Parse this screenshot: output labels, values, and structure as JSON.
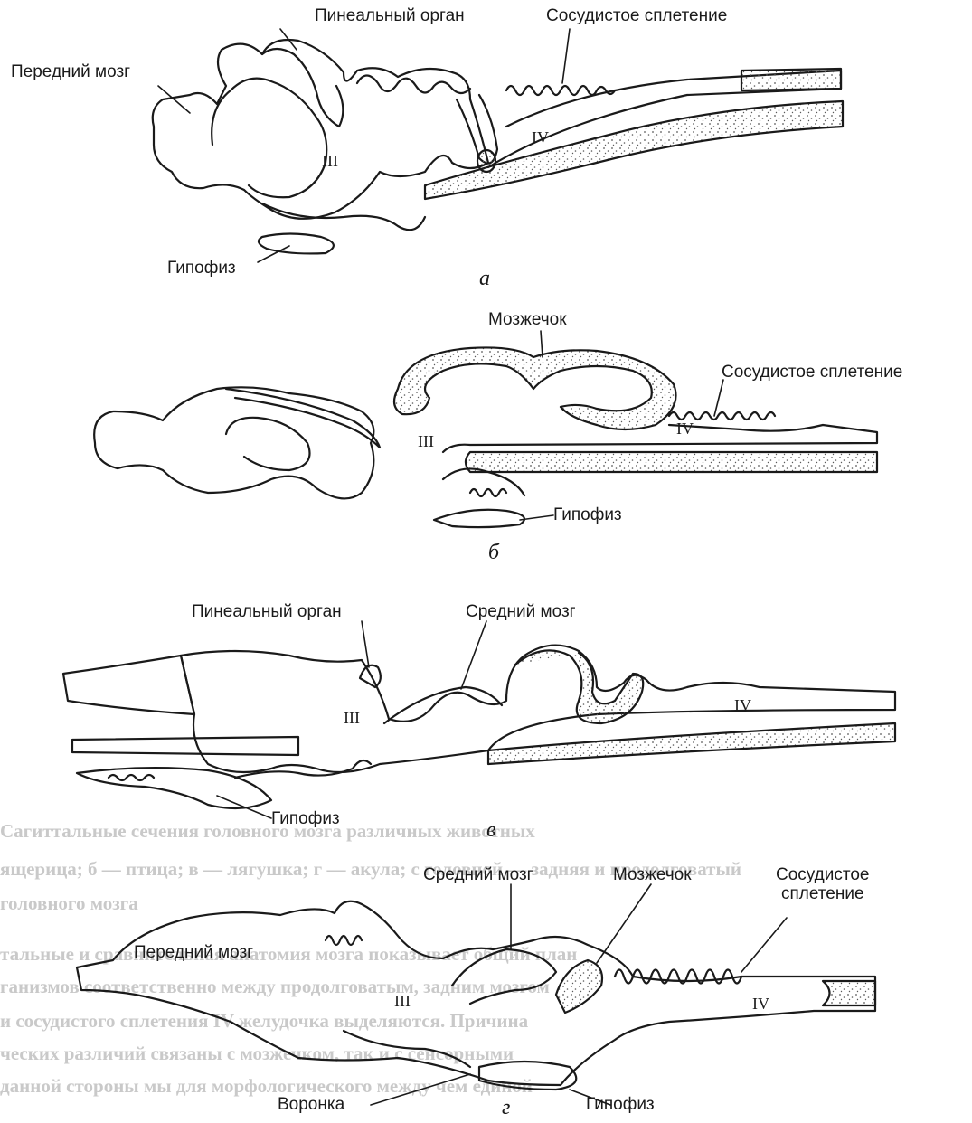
{
  "panels": [
    {
      "letter": "а",
      "labels": {
        "pineal": "Пинеальный орган",
        "choroid": "Сосудистое сплетение",
        "forebrain": "Передний мозг",
        "ventricle3": "III",
        "ventricle4": "IV",
        "hypophysis": "Гипофиз"
      }
    },
    {
      "letter": "б",
      "labels": {
        "cerebellum": "Мозжечок",
        "choroid": "Сосудистое сплетение",
        "ventricle3": "III",
        "ventricle4": "IV",
        "hypophysis": "Гипофиз"
      }
    },
    {
      "letter": "в",
      "labels": {
        "pineal": "Пинеальный орган",
        "midbrain": "Средний мозг",
        "ventricle3": "III",
        "ventricle4": "IV",
        "hypophysis": "Гипофиз"
      }
    },
    {
      "letter": "г",
      "labels": {
        "midbrain": "Средний мозг",
        "cerebellum": "Мозжечок",
        "choroid_line1": "Сосудистое",
        "choroid_line2": "сплетение",
        "forebrain": "Передний мозг",
        "ventricle3": "III",
        "ventricle4": "IV",
        "infundibulum": "Воронка",
        "hypophysis": "Гипофиз"
      }
    }
  ],
  "show_through": {
    "line1": "Сагиттальные сечения головного мозга различных животных",
    "line2": "ящерица; б — птица; в — лягушка; г — акула; с головной — задняя и продолговатый",
    "line3": "головного мозга",
    "line4": "тальные и сравнительная анатомия мозга показывает общий план",
    "line5": "ганизмов соответственно между продолговатым, задним мозгом",
    "line6": "и сосудистого сплетения IV желудочка выделяются. Причина",
    "line7": "ческих различий связаны с мозжечком, так и с сенсорными",
    "line8": "данной стороны мы для морфологического между чем единой"
  },
  "colors": {
    "ink": "#1a1a1a",
    "stipple": "#5a5a5a",
    "show_through": "#c4c4c4"
  }
}
